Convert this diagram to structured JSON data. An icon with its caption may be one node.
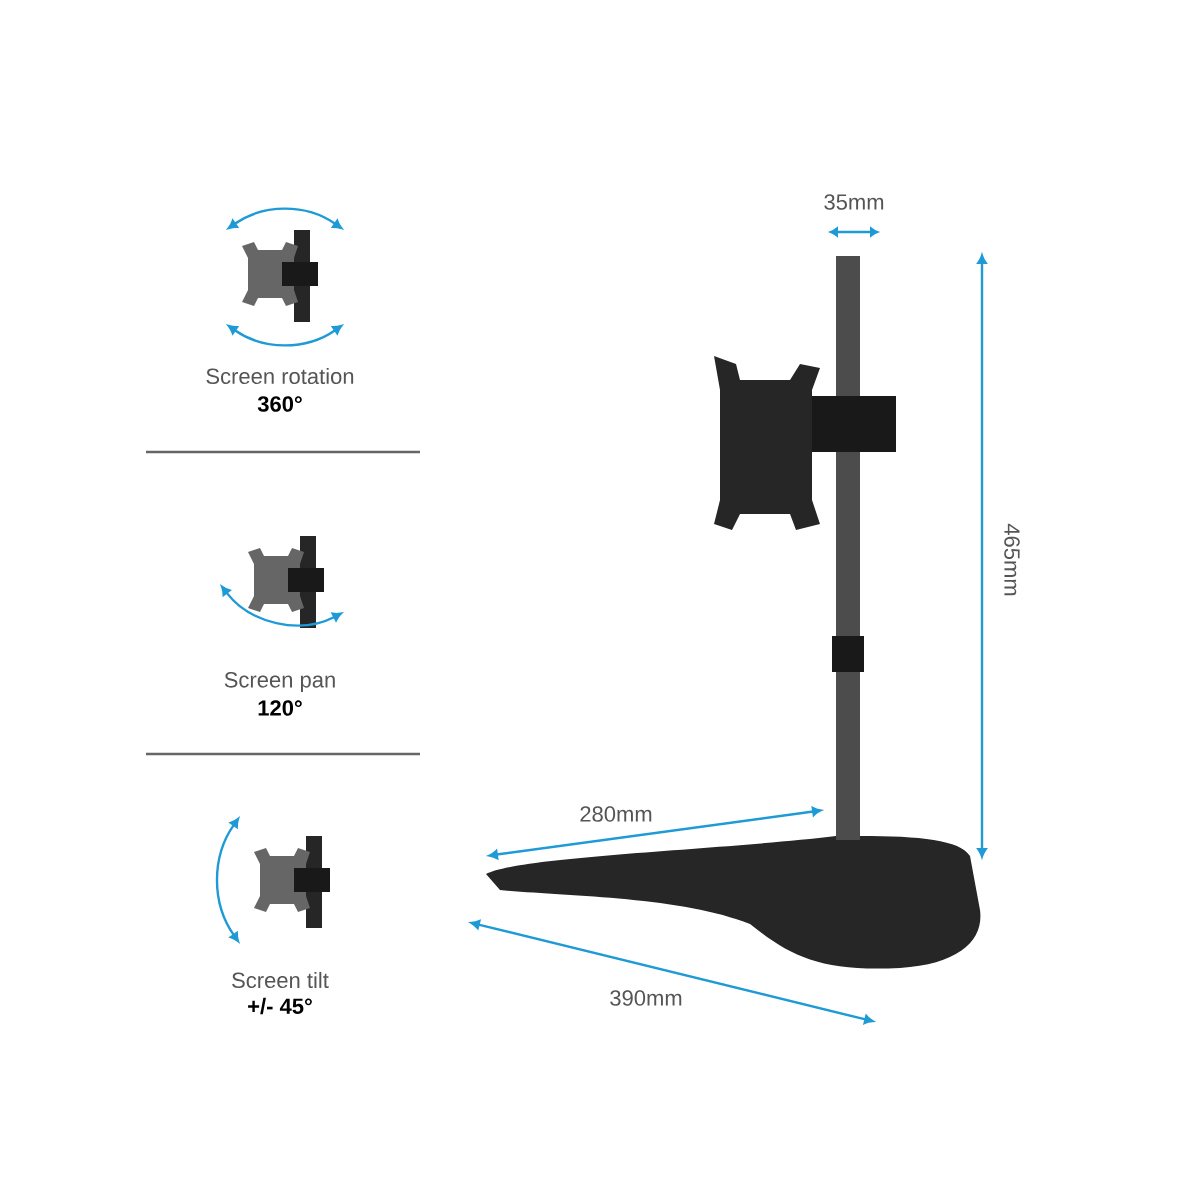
{
  "diagram": {
    "labels": [
      "Screen rotation",
      "360°",
      "35mm",
      "465mm",
      "Screen pan",
      "120°",
      "280mm",
      "Screen tilt",
      "+/- 45°",
      "390mm"
    ]
  }
}
